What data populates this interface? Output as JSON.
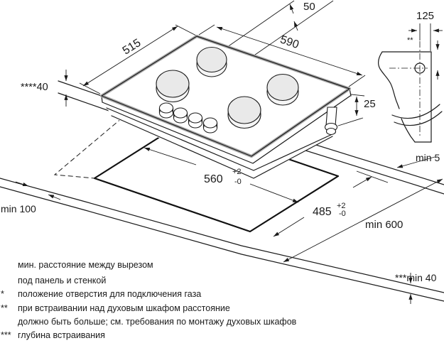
{
  "diagram": {
    "dims": {
      "top_width": "590",
      "top_depth": "515",
      "gas_hole_offset": "50",
      "panel_overhang": "****40",
      "pipe_length": "25",
      "cutout_width": "560",
      "cutout_width_tol_plus": "+2",
      "cutout_width_tol_minus": "-0",
      "cutout_depth": "485",
      "cutout_depth_tol_plus": "+2",
      "cutout_depth_tol_minus": "-0",
      "min_rear_gap": "min 100",
      "min_worktop_depth": "min 600",
      "min_build_depth": "***min 40"
    },
    "detail": {
      "hole_offset": "125",
      "hole_note_marker": "**",
      "min_side_gap": "min 5"
    },
    "footnotes": [
      {
        "marker": "",
        "text": "мин. расстояние между вырезом"
      },
      {
        "marker": "",
        "text": "под панель и стенкой"
      },
      {
        "marker": "*",
        "text": "положение отверстия для подключения газа"
      },
      {
        "marker": "**",
        "text": "при встраивании над духовым шкафом расстояние"
      },
      {
        "marker": "",
        "text": "должно быть больше; см. требования по монтажу духовых шкафов"
      },
      {
        "marker": "***",
        "text": "глубина встраивания"
      }
    ]
  }
}
